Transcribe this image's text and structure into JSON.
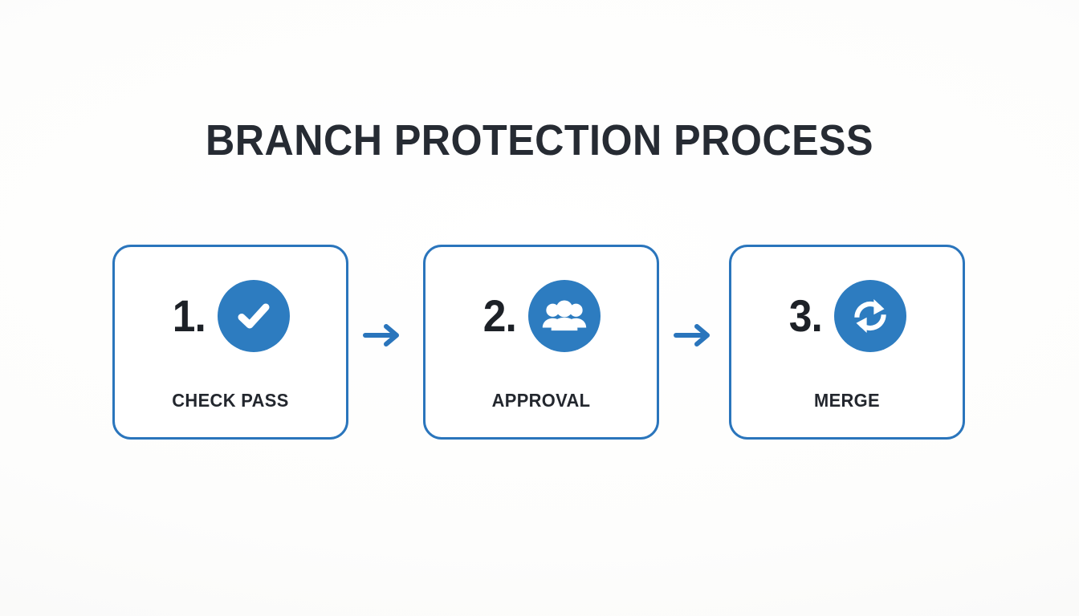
{
  "page": {
    "title": "BRANCH PROTECTION PROCESS",
    "background_color": "#fdfdfc",
    "accent_color": "#2a75bc",
    "icon_circle_color": "#2d7cc0",
    "text_color": "#262b33"
  },
  "steps": [
    {
      "number": "1.",
      "label": "CHECK PASS",
      "icon": "check-circle-icon"
    },
    {
      "number": "2.",
      "label": "APPROVAL",
      "icon": "people-group-icon"
    },
    {
      "number": "3.",
      "label": "MERGE",
      "icon": "sync-arrows-icon"
    }
  ],
  "connectors": [
    {
      "icon": "arrow-right-icon"
    },
    {
      "icon": "arrow-right-icon"
    }
  ]
}
